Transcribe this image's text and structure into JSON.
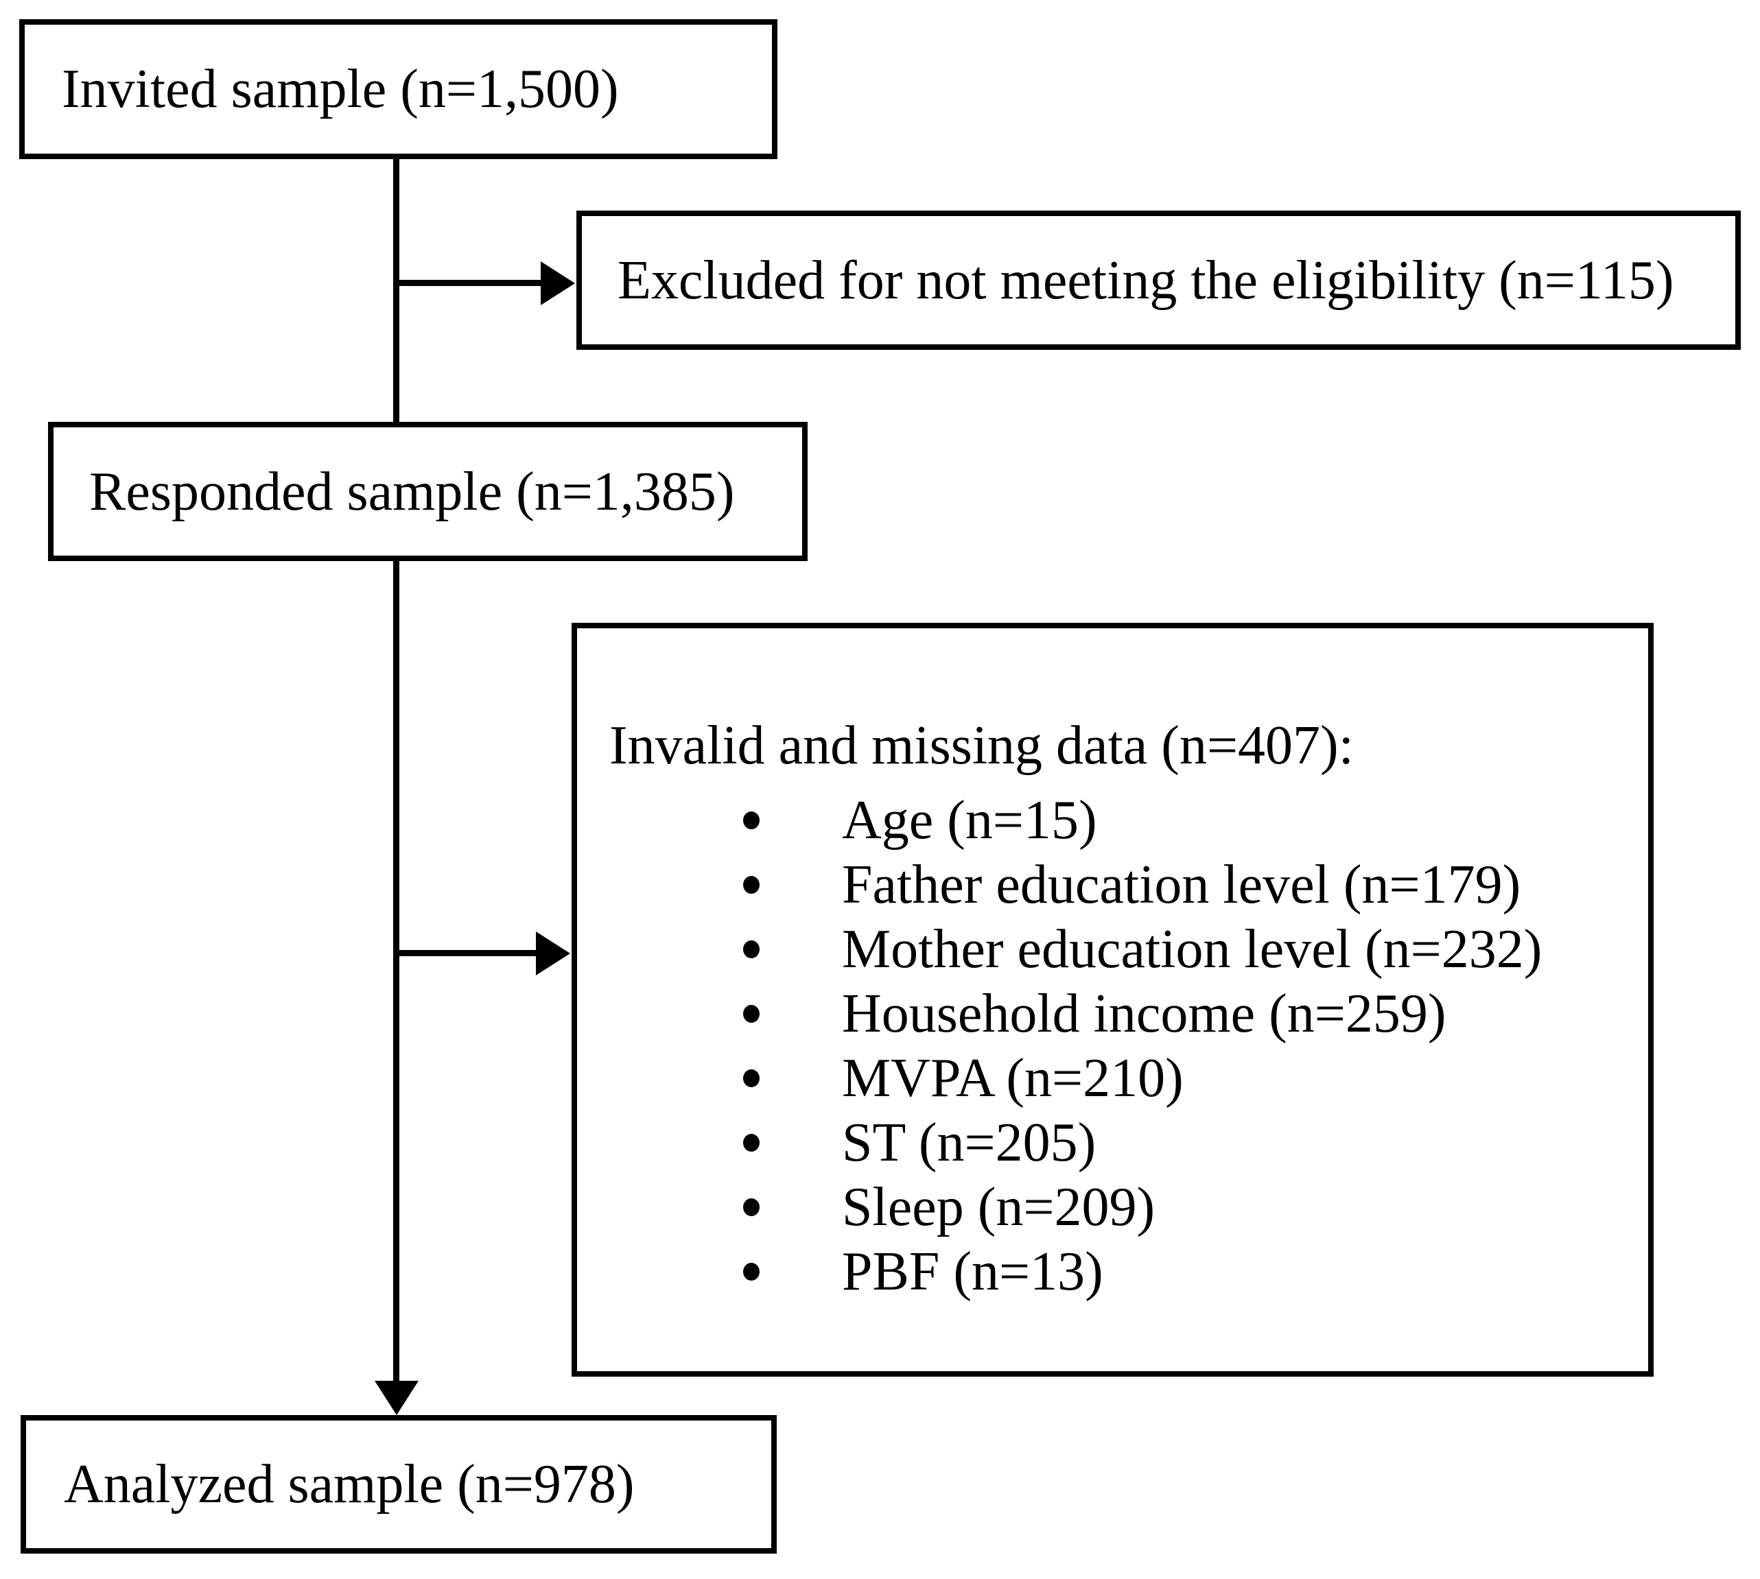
{
  "flowchart": {
    "background_color": "#ffffff",
    "line_color": "#000000",
    "text_color": "#000000",
    "invited_box": {
      "label": "Invited sample (n=1,500)"
    },
    "excluded_box": {
      "label": "Excluded for not meeting the eligibility (n=115)"
    },
    "responded_box": {
      "label": "Responded sample (n=1,385)"
    },
    "invalid_box": {
      "heading": "Invalid and missing data (n=407):",
      "items": [
        "Age (n=15)",
        "Father education level (n=179)",
        "Mother education level (n=232)",
        "Household income (n=259)",
        "MVPA (n=210)",
        "ST (n=205)",
        "Sleep (n=209)",
        "PBF (n=13)"
      ]
    },
    "analyzed_box": {
      "label": "Analyzed sample (n=978)"
    }
  }
}
